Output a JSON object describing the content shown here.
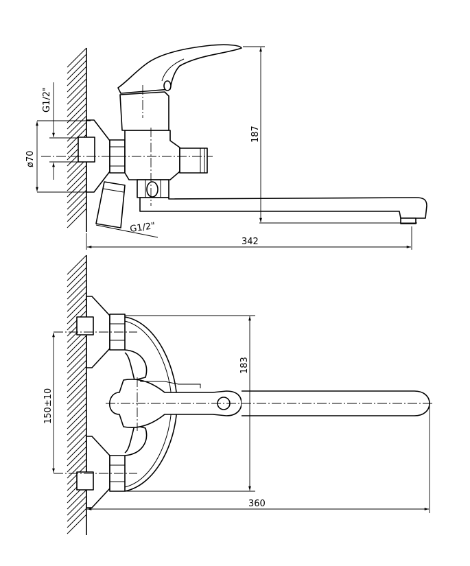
{
  "side_view": {
    "thread_label_top": "G1/2\"",
    "diameter_label": "ø70",
    "height_label": "187",
    "thread_label_bottom": "G1/2\"",
    "width_label": "342"
  },
  "top_view": {
    "spacing_label": "150±10",
    "depth_label": "183",
    "width_label": "360"
  }
}
